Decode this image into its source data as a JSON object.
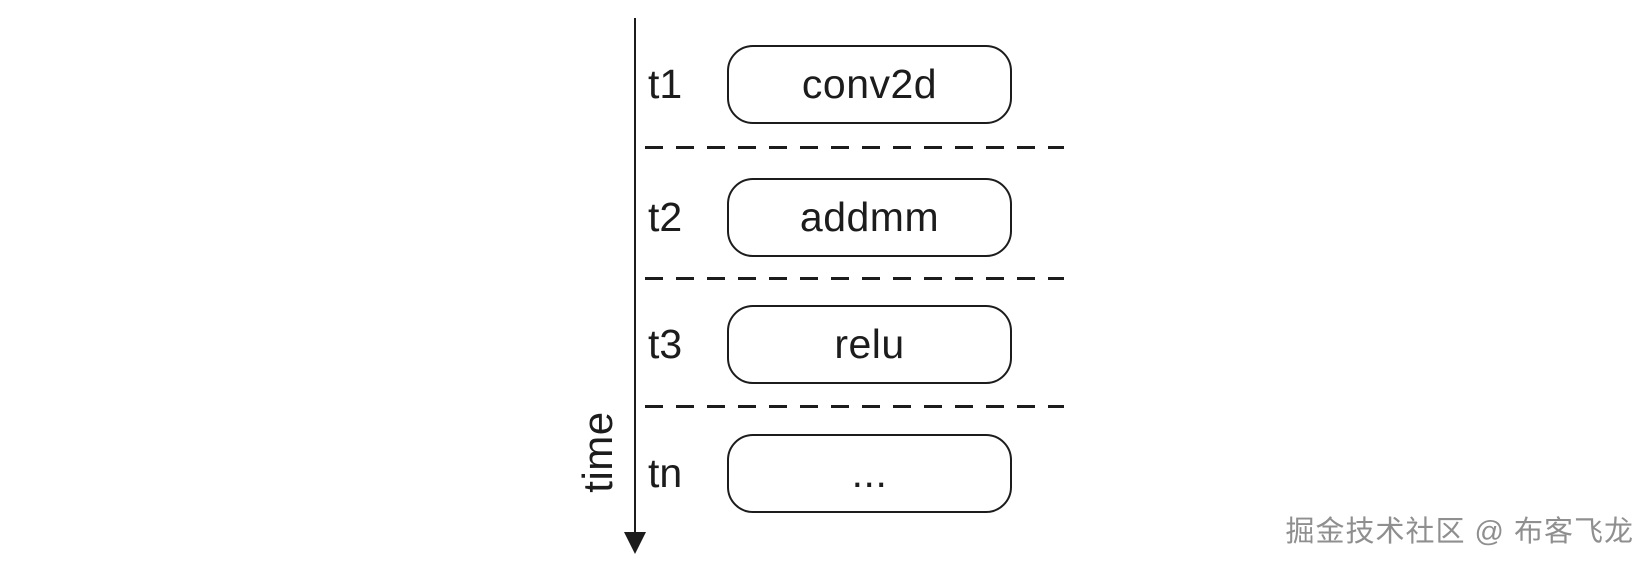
{
  "diagram": {
    "time_axis_label": "time",
    "rows": [
      {
        "timestep": "t1",
        "op": "conv2d"
      },
      {
        "timestep": "t2",
        "op": "addmm"
      },
      {
        "timestep": "t3",
        "op": "relu"
      },
      {
        "timestep": "tn",
        "op": "..."
      }
    ]
  },
  "watermark": {
    "text": "掘金技术社区 @ 布客飞龙"
  },
  "colors": {
    "stroke": "#1c1c1c",
    "background": "#ffffff",
    "watermark_gray": "#8f8f8f"
  }
}
